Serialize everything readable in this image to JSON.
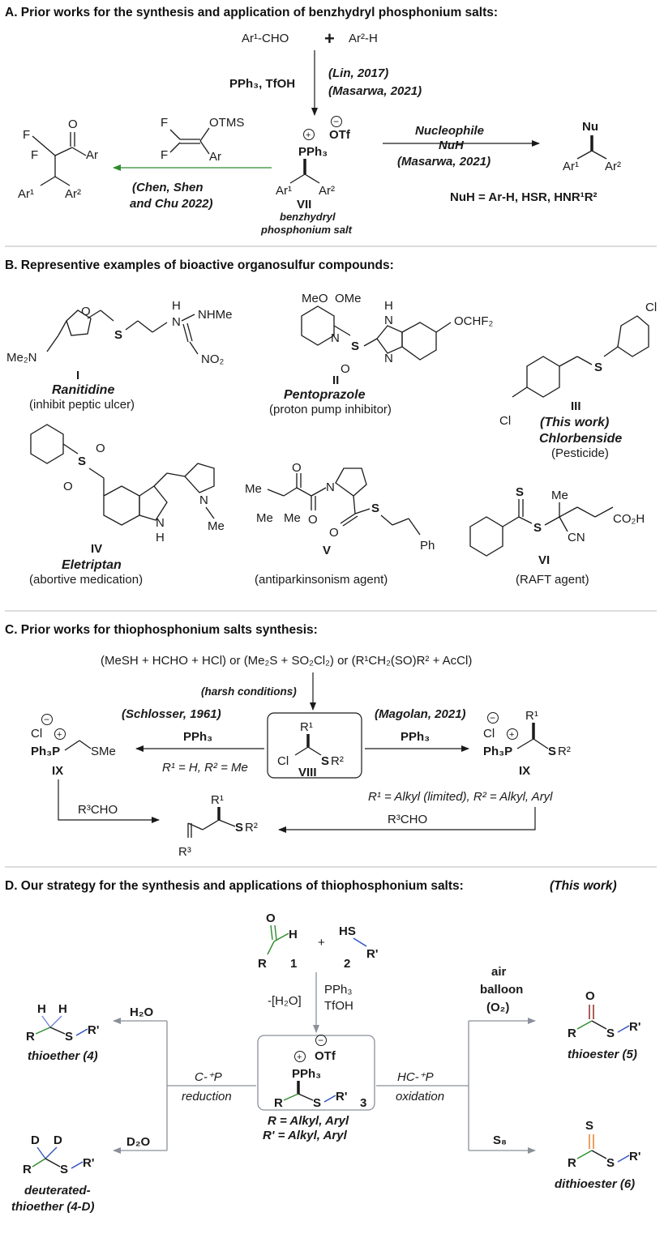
{
  "colors": {
    "sulfur": "#8a8a1a",
    "green": "#2e8b2e",
    "blue": "#2a4fc0",
    "darkred": "#8b1a1a",
    "gray": "#8a9099",
    "orange": "#e07a1a",
    "reduction": "#6f7fd0",
    "oxidation": "#b04040"
  },
  "sectionA": {
    "title": "A. Prior works for the synthesis and application of benzhydryl phosphonium salts:",
    "reactant1": "Ar¹-CHO",
    "plus": "+",
    "reactant2": "Ar²-H",
    "reagents": "PPh₃, TfOH",
    "ref1": "(Lin, 2017)",
    "ref2": "(Masarwa, 2021)",
    "anion": "OTf",
    "pph3": "PPh₃",
    "ar1": "Ar¹",
    "ar2": "Ar²",
    "label_vii": "VII",
    "caption1": "benzhydryl",
    "caption2": "phosphonium salt",
    "nuc1": "Nucleophile",
    "nuc2": "NuH",
    "ref3": "(Masarwa, 2021)",
    "nu": "Nu",
    "nuh_def": "NuH = Ar-H, HSR, HNR¹R²",
    "f": "F",
    "otms": "OTMS",
    "ar": "Ar",
    "o": "O",
    "ref4a": "(Chen, Shen",
    "ref4b": "and Chu 2022)"
  },
  "sectionB": {
    "title": "B. Representive examples of bioactive organosulfur compounds:",
    "c1": {
      "label": "I",
      "name": "Ranitidine",
      "use": "(inhibit peptic ulcer)",
      "me2n": "Me₂N",
      "h": "H",
      "n": "N",
      "nhme": "NHMe",
      "no2": "NO₂",
      "o": "O",
      "s": "S"
    },
    "c2": {
      "label": "II",
      "name": "Pentoprazole",
      "use": "(proton pump inhibitor)",
      "ome1": "MeO",
      "ome2": "OMe",
      "n": "N",
      "s": "S",
      "o": "O",
      "h": "H",
      "ochf2": "OCHF₂"
    },
    "c3": {
      "label": "III",
      "work": "(This work)",
      "name": "Chlorbenside",
      "use": "(Pesticide)",
      "cl": "Cl",
      "s": "S"
    },
    "c4": {
      "label": "IV",
      "name": "Eletriptan",
      "use": "(abortive medication)",
      "s": "S",
      "o": "O",
      "n": "N",
      "me": "Me",
      "h": "H"
    },
    "c5": {
      "label": "V",
      "use": "(antiparkinsonism agent)",
      "me": "Me",
      "o": "O",
      "n": "N",
      "s": "S",
      "ph": "Ph"
    },
    "c6": {
      "label": "VI",
      "use": "(RAFT agent)",
      "s": "S",
      "me": "Me",
      "cn": "CN",
      "co2h": "CO₂H"
    }
  },
  "sectionC": {
    "title": "C. Prior works for thiophosphonium salts synthesis:",
    "precursors": "(MeSH + HCHO + HCl) or (Me₂S + SO₂Cl₂) or (R¹CH₂(SO)R² + AcCl)",
    "harsh": "(harsh conditions)",
    "ref_left": "(Schlosser, 1961)",
    "ref_right": "(Magolan, 2021)",
    "pph3": "PPh₃",
    "cond_left": "R¹ = H, R² = Me",
    "r1": "R¹",
    "r2": "R²",
    "r3": "R³",
    "cl": "Cl",
    "label_viii": "VIII",
    "label_ix": "IX",
    "ph3p": "Ph₃P",
    "sme": "SMe",
    "sr2": "SR²",
    "cond_right": "R¹ = Alkyl (limited), R² = Alkyl, Aryl",
    "aldehyde": "R³CHO"
  },
  "sectionD": {
    "title": "D. Our strategy for the synthesis and applications of thiophosphonium salts:",
    "title_tag": "(This work)",
    "o": "O",
    "h": "H",
    "r": "R",
    "rp": "R'",
    "s": "S",
    "sh": "HS",
    "n1": "1",
    "n2": "2",
    "n3": "3",
    "plus": "+",
    "minus_h2o": "-[H₂O]",
    "pph3": "PPh₃",
    "tfoh": "TfOH",
    "otf": "OTf",
    "r_def": "R = Alkyl, Aryl",
    "rp_def": "R' = Alkyl, Aryl",
    "left_top": "C-⁺P",
    "left_bottom": "reduction",
    "right_top": "HC-⁺P",
    "right_bottom": "oxidation",
    "h2o": "H₂O",
    "d2o": "D₂O",
    "d": "D",
    "thioether": "thioether (4)",
    "deut1": "deuterated-",
    "deut2": "thioether (4-D)",
    "air1": "air",
    "air2": "balloon",
    "air3": "(O₂)",
    "s8": "S₈",
    "thioester": "thioester (5)",
    "dithioester": "dithioester (6)"
  }
}
